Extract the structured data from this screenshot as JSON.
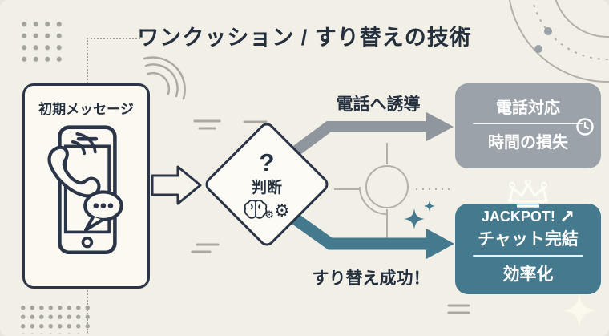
{
  "title": "ワンクッション / すり替えの技術",
  "colors": {
    "background": "#F2EFE6",
    "navy": "#2A3648",
    "gray_box": "#9CA2AA",
    "gray_arrow": "#8F969E",
    "teal": "#44798E",
    "white_text": "#FFFFFF"
  },
  "source_box": {
    "label": "初期メッセージ",
    "icon": "smartphone-call-chat-icon"
  },
  "decision_diamond": {
    "question_mark": "?",
    "label": "判断",
    "icon_names": [
      "brain-icon",
      "gear-icon"
    ],
    "gear_large": "⚙",
    "gear_small": "⚙"
  },
  "top_path": {
    "arrow_label": "電話へ誘導",
    "result_box": {
      "line1": "電話対応",
      "line2": "時間の損失",
      "icon": "clock-icon"
    }
  },
  "bottom_path": {
    "arrow_label": "すり替え成功！",
    "result_box": {
      "badge": "JACKPOT!",
      "badge_arrow": "↗",
      "line1": "チャット完結",
      "line2": "効率化",
      "icon": "crown-icon"
    }
  }
}
